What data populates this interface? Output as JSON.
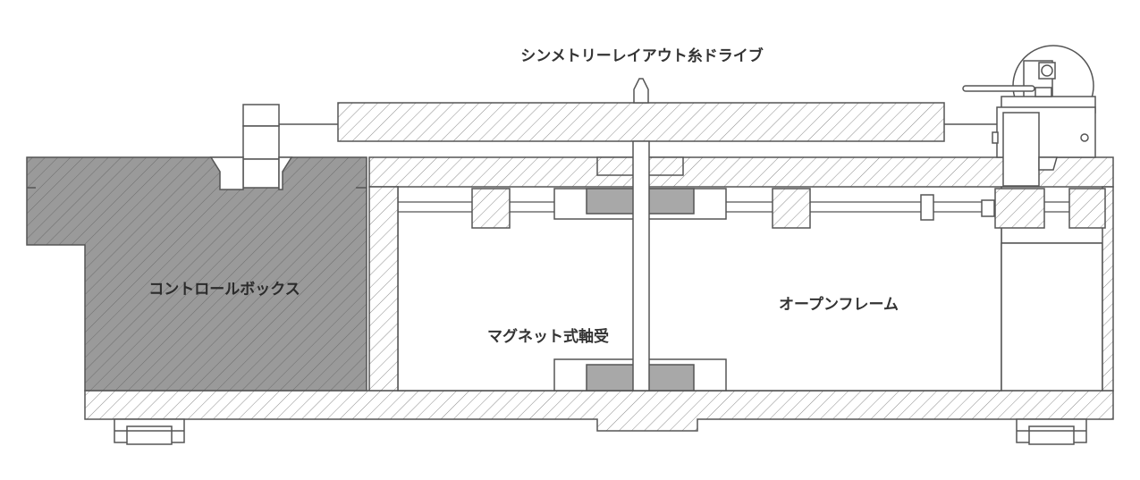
{
  "labels": {
    "drive": "シンメトリーレイアウト糸ドライブ",
    "control_box": "コントロールボックス",
    "open_frame": "オープンフレーム",
    "magnetic_bearing": "マグネット式軸受"
  },
  "colors": {
    "outline": "#555555",
    "hatch": "#8c8c8c",
    "control_box_fill": "#9a9a9a",
    "magnet_fill": "#a8a8a8",
    "text_dark": "#333333",
    "text_light": "#2b2b2b"
  }
}
